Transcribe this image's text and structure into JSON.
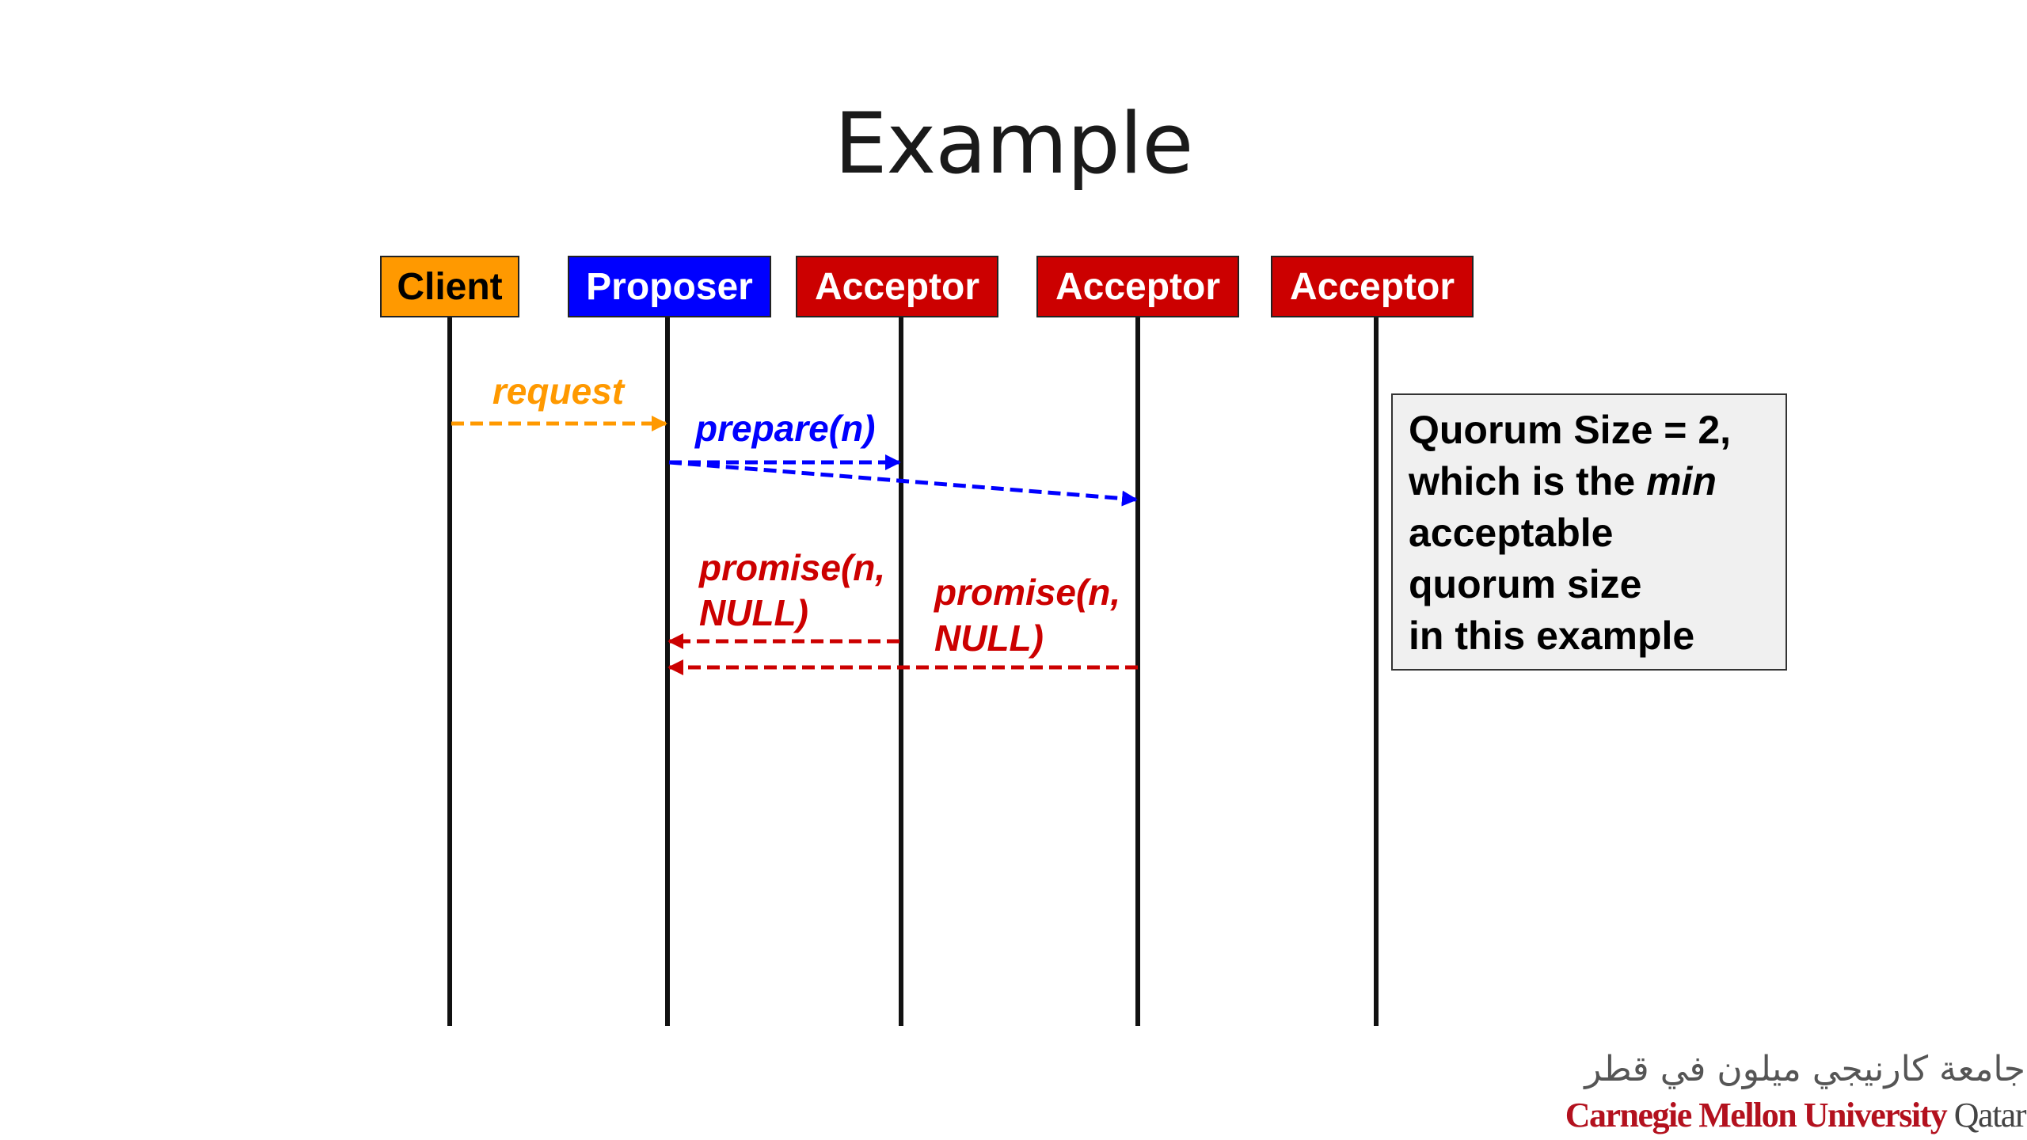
{
  "slide": {
    "title": "Example"
  },
  "actors": [
    {
      "id": "client",
      "label": "Client",
      "fill": "#FF9900",
      "text_color": "#000000"
    },
    {
      "id": "proposer",
      "label": "Proposer",
      "fill": "#0000FF",
      "text_color": "#FFFFFF"
    },
    {
      "id": "acceptor1",
      "label": "Acceptor",
      "fill": "#CC0000",
      "text_color": "#FFFFFF"
    },
    {
      "id": "acceptor2",
      "label": "Acceptor",
      "fill": "#CC0000",
      "text_color": "#FFFFFF"
    },
    {
      "id": "acceptor3",
      "label": "Acceptor",
      "fill": "#CC0000",
      "text_color": "#FFFFFF"
    }
  ],
  "messages": [
    {
      "id": "request",
      "label_lines": [
        "request"
      ],
      "from": "client",
      "to": "proposer",
      "color": "#FF9900"
    },
    {
      "id": "prepare",
      "label_lines": [
        "prepare(n)"
      ],
      "from": "proposer",
      "to": [
        "acceptor1",
        "acceptor2"
      ],
      "color": "#0000FF"
    },
    {
      "id": "promise1",
      "label_lines": [
        "promise(n,",
        "NULL)"
      ],
      "from": "acceptor1",
      "to": "proposer",
      "color": "#CC0000"
    },
    {
      "id": "promise2",
      "label_lines": [
        "promise(n,",
        "NULL)"
      ],
      "from": "acceptor2",
      "to": "proposer",
      "color": "#CC0000"
    }
  ],
  "quorum_note": {
    "line1": "Quorum Size = 2,",
    "line2_before": "which is the ",
    "line2_emph": "min",
    "line3": "acceptable",
    "line4": "quorum size",
    "line5": "in this example"
  },
  "logo": {
    "arabic": "جامعة كارنيجي ميلون في قطر",
    "english_main": "Carnegie Mellon University",
    "english_suffix": " Qatar"
  }
}
